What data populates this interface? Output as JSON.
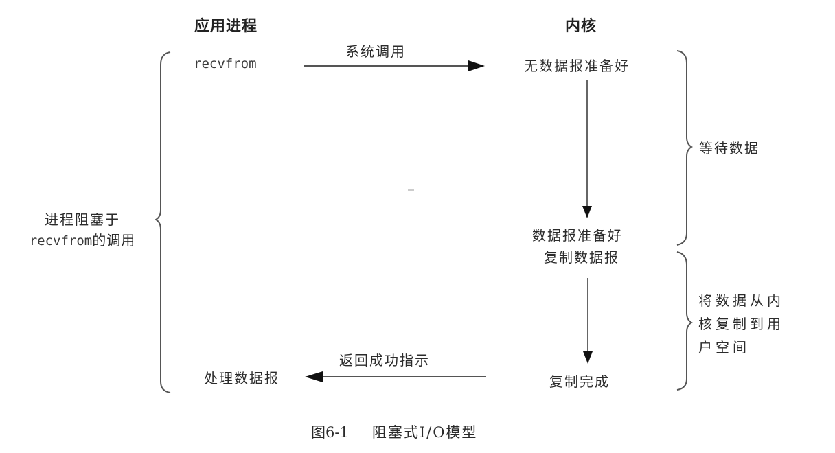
{
  "headers": {
    "app_process": "应用进程",
    "kernel": "内核"
  },
  "app": {
    "call": "recvfrom",
    "process_result": "处理数据报",
    "blocked_label_line1": "进程阻塞于",
    "blocked_label_line2_mono": "recvfrom",
    "blocked_label_line2_cn": "的调用"
  },
  "arrows": {
    "syscall": "系统调用",
    "return_ok": "返回成功指示"
  },
  "kernel": {
    "no_datagram_ready": "无数据报准备好",
    "datagram_ready": "数据报准备好",
    "copy_datagram": "复制数据报",
    "copy_complete": "复制完成"
  },
  "phases": {
    "wait_for_data": "等待数据",
    "copy_line1": "将数据从内",
    "copy_line2": "核复制到用",
    "copy_line3": "户空间"
  },
  "caption": {
    "figure_no": "图6-1",
    "title": "阻塞式I/O模型"
  },
  "colors": {
    "line": "#555555",
    "arrowhead": "#111111",
    "text": "#2b2b2b"
  }
}
